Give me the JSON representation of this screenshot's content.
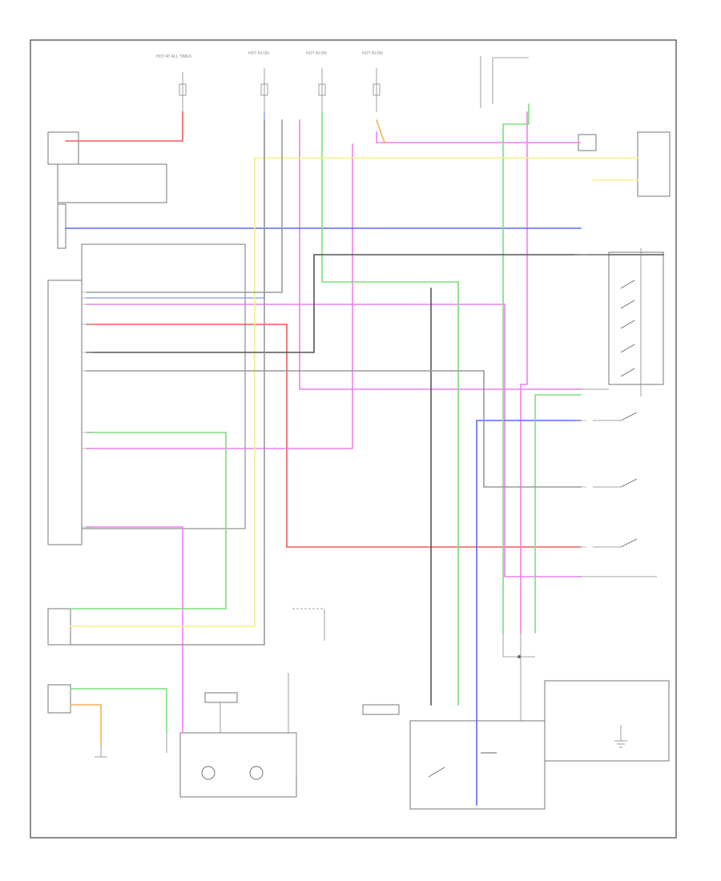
{
  "diagram": {
    "title": "",
    "footer_id": "",
    "colors": {
      "red": "#f25a5a",
      "pink": "#f27ef2",
      "blue": "#5a6cf2",
      "green": "#7ae07a",
      "yellow": "#f2f28a",
      "gray": "#8a8a8a",
      "dark": "#555555",
      "orange": "#f2b25a",
      "light_blue": "#9aa8f2"
    },
    "components": [
      {
        "id": "top-fuse-1",
        "label": "HOT AT ALL TIMES"
      },
      {
        "id": "top-fuse-2",
        "label": "HOT IN ON"
      },
      {
        "id": "top-fuse-3",
        "label": "HOT IN ON"
      },
      {
        "id": "top-fuse-4",
        "label": "HOT IN ON"
      },
      {
        "id": "left-module-top",
        "label": ""
      },
      {
        "id": "left-junction",
        "label": ""
      },
      {
        "id": "left-ecu",
        "label": ""
      },
      {
        "id": "left-sensor",
        "label": ""
      },
      {
        "id": "left-bottom-box",
        "label": ""
      },
      {
        "id": "right-top-box",
        "label": ""
      },
      {
        "id": "right-switch-panel",
        "label": ""
      },
      {
        "id": "bottom-motor",
        "label": ""
      },
      {
        "id": "bottom-right-relay",
        "label": ""
      },
      {
        "id": "right-ground-box",
        "label": ""
      }
    ]
  }
}
